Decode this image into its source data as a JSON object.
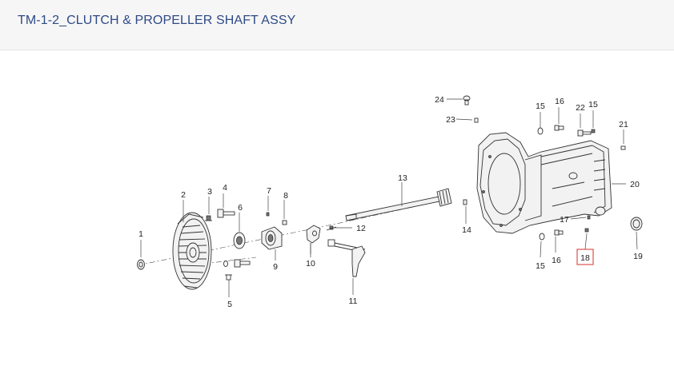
{
  "header": {
    "title": "TM-1-2_CLUTCH & PROPELLER SHAFT ASSY"
  },
  "diagram": {
    "labels": [
      "1",
      "2",
      "3",
      "4",
      "5",
      "6",
      "7",
      "8",
      "9",
      "10",
      "11",
      "12",
      "13",
      "14",
      "15",
      "16",
      "15",
      "16",
      "15",
      "17",
      "18",
      "19",
      "20",
      "21",
      "22",
      "23",
      "24"
    ],
    "highlight": {
      "label": "18",
      "color": "#d9534f"
    }
  }
}
